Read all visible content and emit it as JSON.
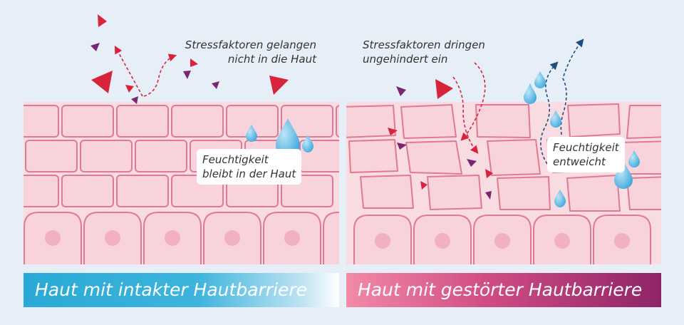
{
  "left_panel": {
    "callout_top": [
      "Stressfaktoren gelangen",
      "nicht in die Haut"
    ],
    "callout_box": [
      "Feuchtigkeit",
      "bleibt in der Haut"
    ],
    "banner": "Haut mit intakter Hautbarriere"
  },
  "right_panel": {
    "callout_top": [
      "Stressfaktoren dringen",
      "ungehindert ein"
    ],
    "callout_box": [
      "Feuchtigkeit",
      "entweicht"
    ],
    "banner": "Haut mit gestörter Hautbarriere"
  },
  "colors": {
    "background": "#e6eff7",
    "skin_fill": "#f8d3dc",
    "skin_stroke": "#e07a93",
    "stressor_red": "#d9233a",
    "stressor_purple": "#7a2672",
    "droplet": "#4fb6e3",
    "arrow_red": "#d9233a",
    "arrow_blue": "#1d4e7e"
  }
}
